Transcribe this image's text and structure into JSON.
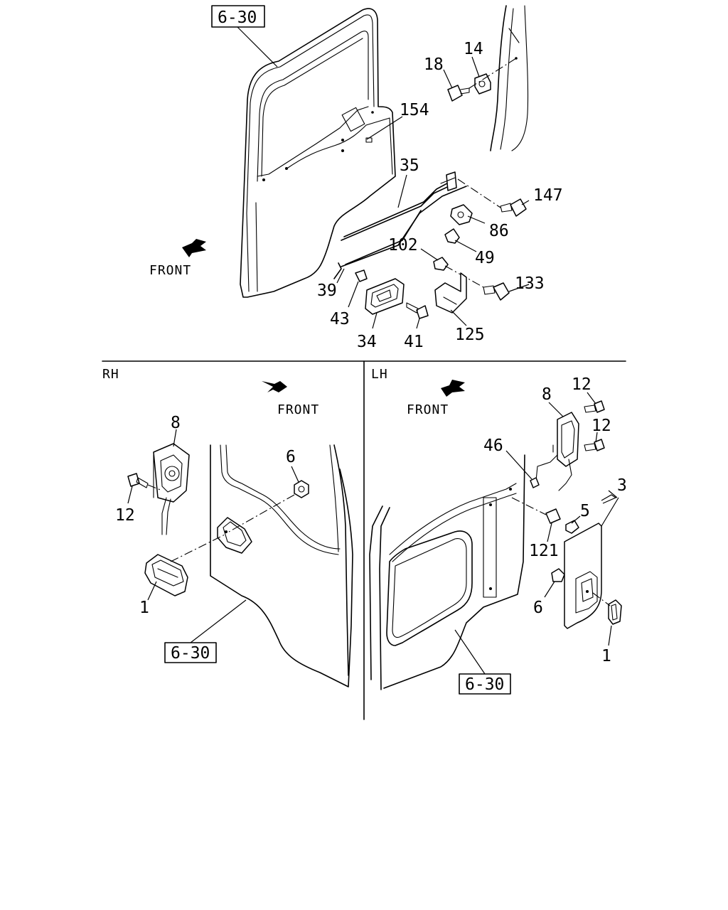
{
  "references": {
    "upper": "6-30",
    "rh": "6-30",
    "lh": "6-30"
  },
  "directions": {
    "upper_front": "FRONT",
    "rh_front": "FRONT",
    "lh_front": "FRONT"
  },
  "sections": {
    "rh": "RH",
    "lh": "LH"
  },
  "upper_callouts": {
    "p18": "18",
    "p14": "14",
    "p154": "154",
    "p35": "35",
    "p147": "147",
    "p86": "86",
    "p102": "102",
    "p49": "49",
    "p39": "39",
    "p133": "133",
    "p43": "43",
    "p34": "34",
    "p41": "41",
    "p125": "125"
  },
  "rh_callouts": {
    "p8": "8",
    "p12": "12",
    "p6": "6",
    "p1": "1"
  },
  "lh_callouts": {
    "p8": "8",
    "p12a": "12",
    "p12b": "12",
    "p46": "46",
    "p3": "3",
    "p5": "5",
    "p121": "121",
    "p6": "6",
    "p1": "1"
  },
  "icons": [
    "front-arrow-icon"
  ]
}
